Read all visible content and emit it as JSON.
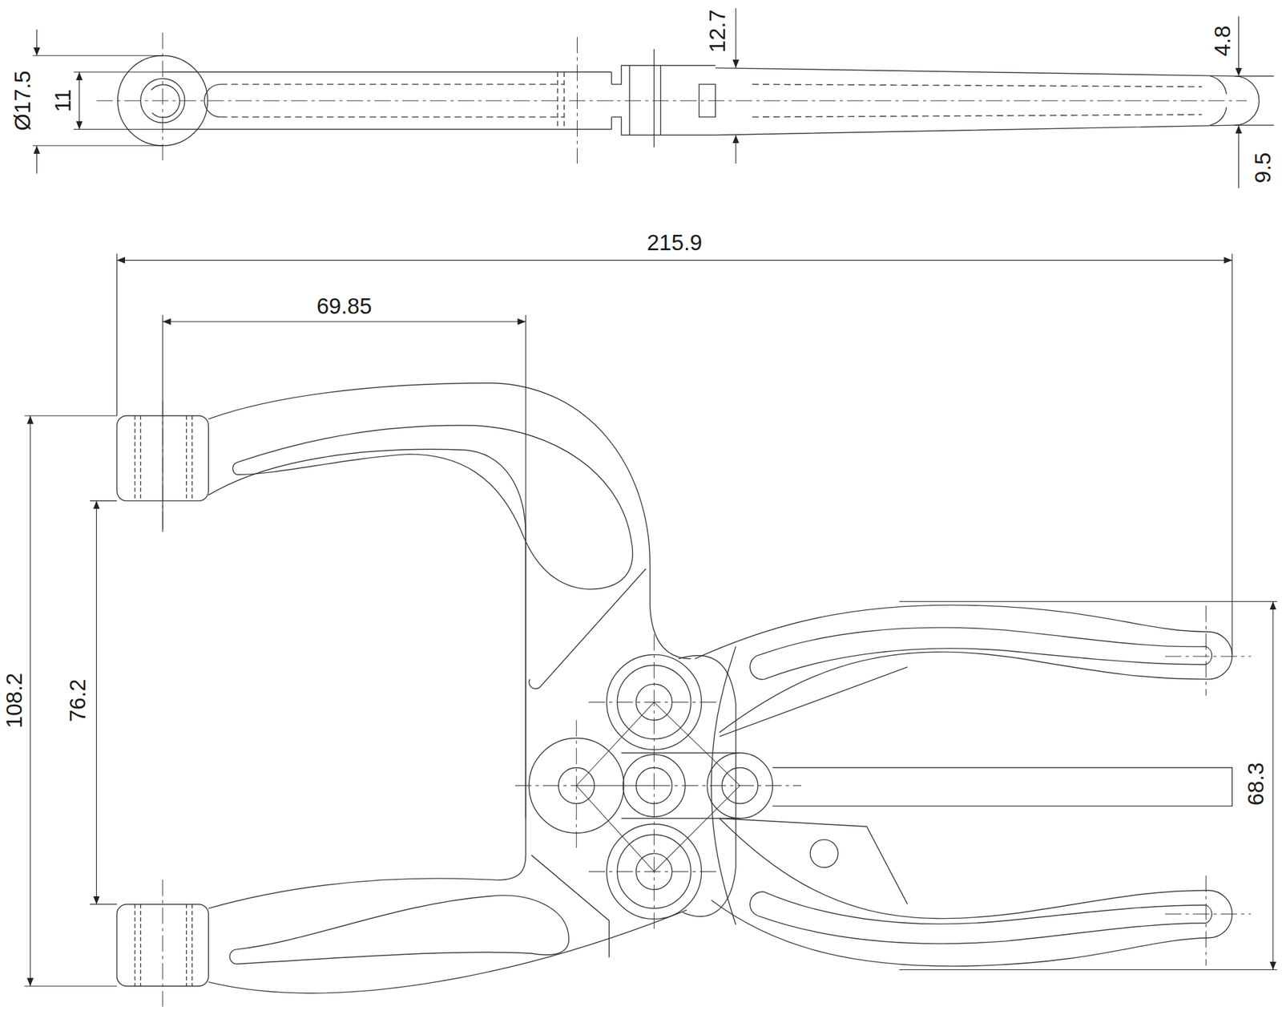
{
  "diagram": {
    "labels": [
      "Ø17.5",
      "11",
      "12.7",
      "4.8",
      "9.5",
      "215.9",
      "69.85",
      "108.2",
      "76.2",
      "68.3"
    ]
  }
}
